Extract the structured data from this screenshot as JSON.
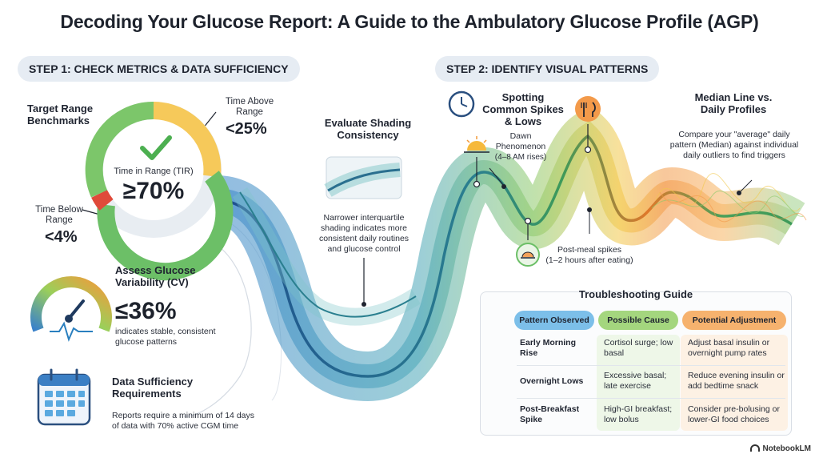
{
  "title": "Decoding Your Glucose Report: A Guide to the Ambulatory Glucose Profile (AGP)",
  "step1": {
    "label": "STEP 1: CHECK METRICS & DATA SUFFICIENCY",
    "target_range": {
      "heading": "Target Range Benchmarks",
      "center_label": "Time in Range (TIR)",
      "center_value": "≥70%",
      "above_label": "Time Above Range",
      "above_value": "<25%",
      "below_label": "Time Below Range",
      "below_value": "<4%"
    },
    "variability": {
      "heading": "Assess Glucose Variability (CV)",
      "value": "≤36%",
      "description": "indicates stable, consistent glucose patterns"
    },
    "sufficiency": {
      "heading": "Data Sufficiency Requirements",
      "description": "Reports require a minimum of 14 days of data with 70% active CGM time"
    }
  },
  "shading": {
    "heading": "Evaluate Shading Consistency",
    "description": "Narrower interquartile shading indicates more consistent daily routines and glucose control"
  },
  "step2": {
    "label": "STEP 2: IDENTIFY VISUAL PATTERNS",
    "spikes": {
      "heading": "Spotting Common Spikes & Lows"
    },
    "dawn": {
      "title": "Dawn Phenomenon",
      "note": "(4–8 AM rises)"
    },
    "post_meal": {
      "title": "Post-meal spikes",
      "note": "(1–2 hours after eating)"
    },
    "median": {
      "heading": "Median Line vs. Daily Profiles",
      "description": "Compare your \"average\" daily pattern (Median) against individual daily outliers to find triggers"
    }
  },
  "troubleshooting": {
    "title": "Troubleshooting Guide",
    "headers": [
      "Pattern Observed",
      "Possible Cause",
      "Potential Adjustment"
    ],
    "header_colors": [
      "#5aa9df",
      "#8cc96a",
      "#f3a35a"
    ],
    "rows": [
      {
        "icon": "sunrise-icon",
        "pattern": "Early Morning Rise",
        "cause": "Cortisol surge; low basal",
        "adjustment": "Adjust basal insulin or overnight pump rates"
      },
      {
        "icon": "moon-icon",
        "pattern": "Overnight Lows",
        "cause": "Excessive basal; late exercise",
        "adjustment": "Reduce evening insulin or add bedtime snack"
      },
      {
        "icon": "fork-knife-icon",
        "pattern": "Post-Breakfast Spike",
        "cause": "High-GI breakfast; low bolus",
        "adjustment": "Consider pre-bolusing or lower-GI food choices"
      }
    ]
  },
  "brand": "NotebookLM"
}
